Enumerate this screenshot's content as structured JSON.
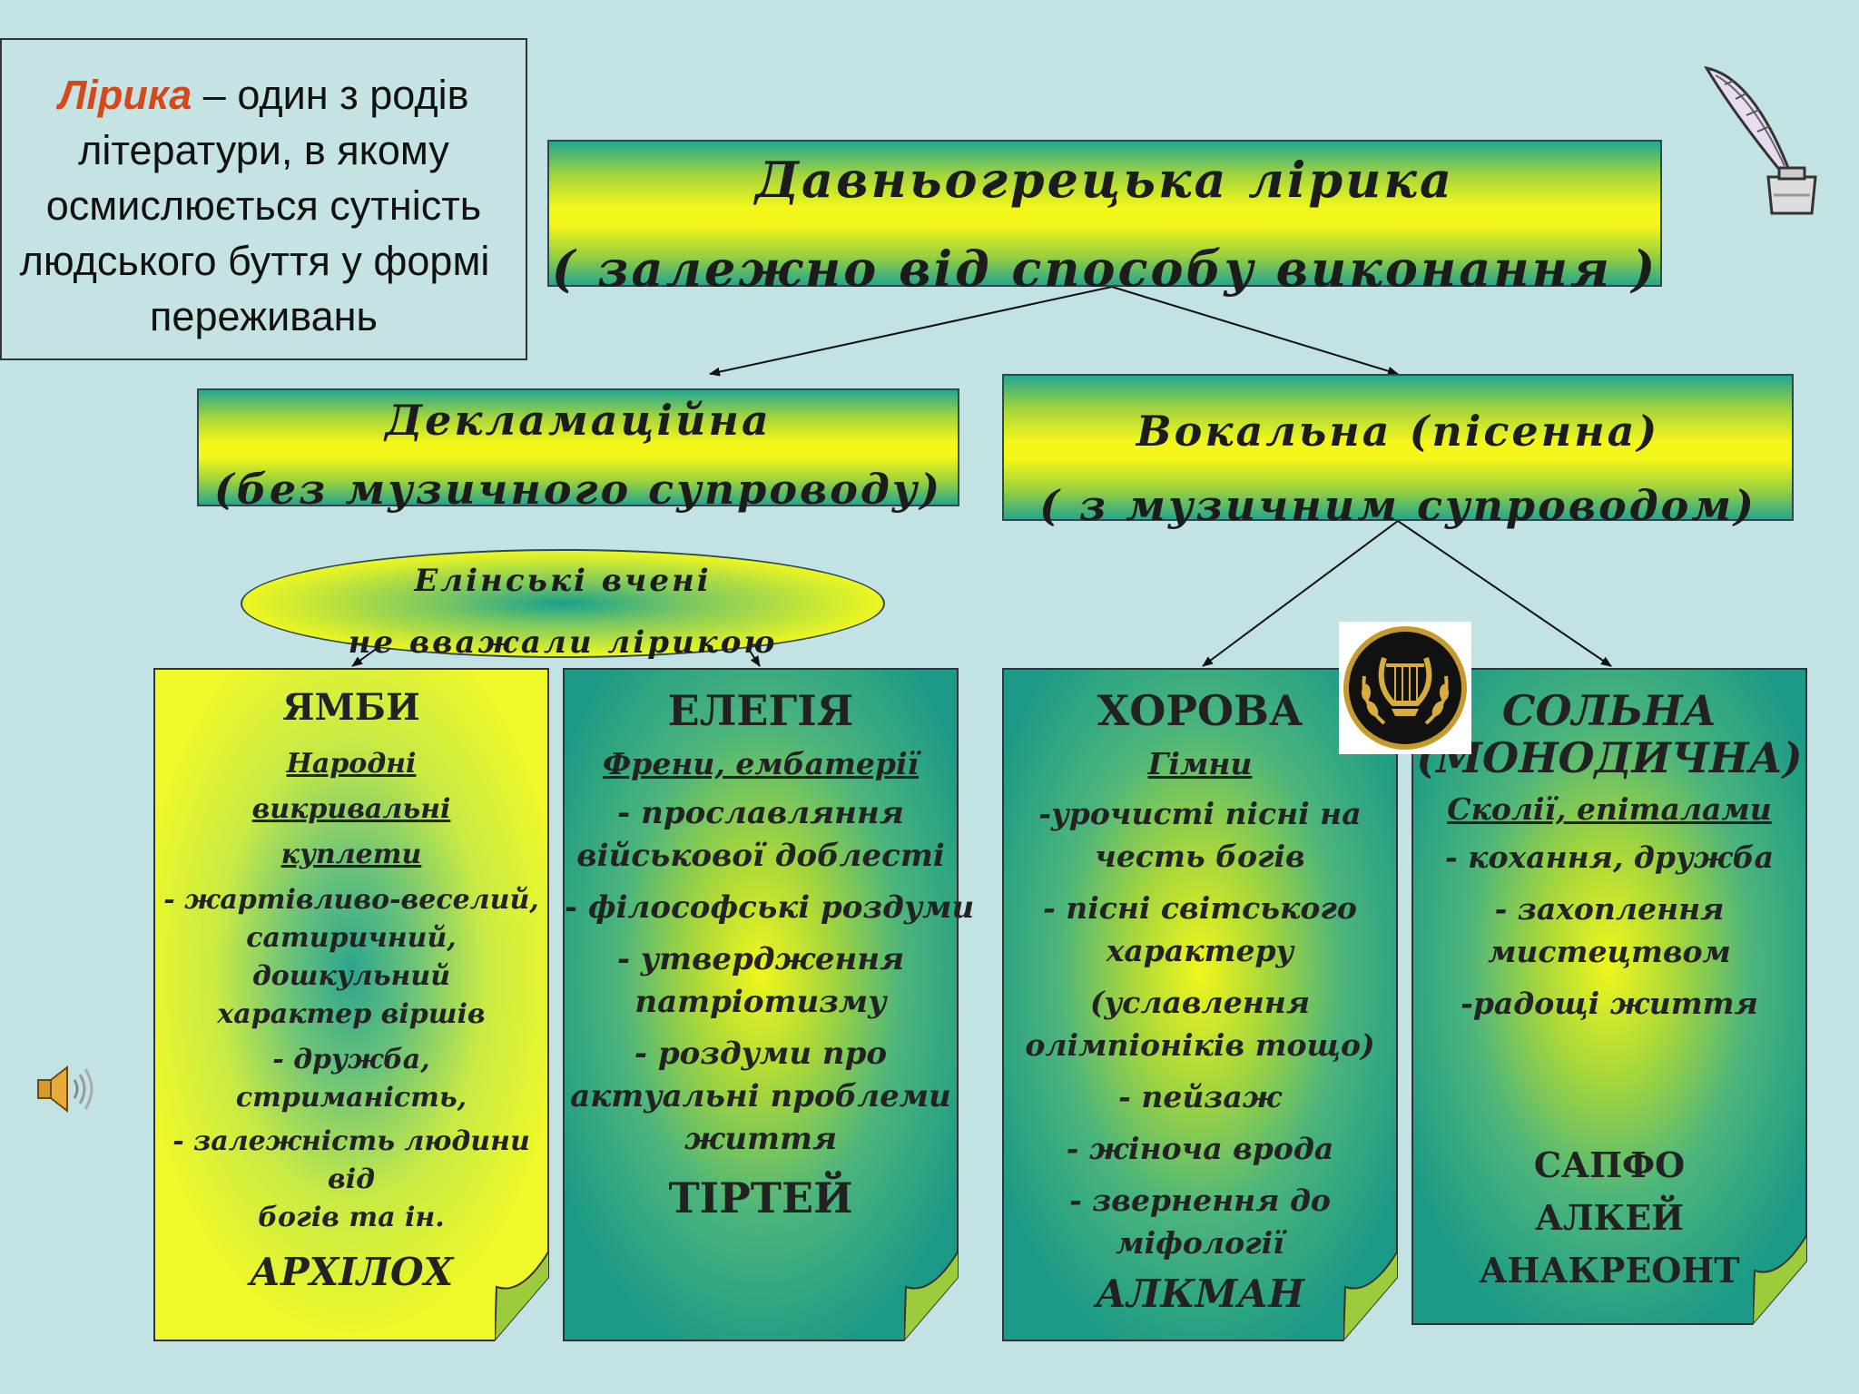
{
  "definition": {
    "term": "Лірика",
    "line1_rest": " – один з родів",
    "line2": "літератури, в якому",
    "line3": "осмислюється сутність",
    "line4": "людського буття у формі",
    "line5": "переживань"
  },
  "main_header": {
    "line1": "Давньогрецька лірика",
    "line2": "( залежно від способу виконання )"
  },
  "branches": {
    "declamatory": {
      "line1": "Декламаційна",
      "line2": "(без музичного супроводу)"
    },
    "vocal": {
      "line1": "Вокальна (пісенна)",
      "line2": "( з музичним супроводом)"
    }
  },
  "note_oval": {
    "line1": "Елінські вчені",
    "line2": "не вважали лірикою"
  },
  "cards": {
    "iambs": {
      "title": "ЯМБИ",
      "sub1": "Народні",
      "sub2": "викривальні",
      "sub3": "куплети",
      "d1": "- жартівливо-веселий,",
      "d2": "сатиричний, дошкульний",
      "d3": "характер віршів",
      "d4": "- дружба, стриманість,",
      "d5": "- залежність людини від",
      "d6": "богів та ін.",
      "author": "АРХІЛОХ"
    },
    "elegy": {
      "title": "ЕЛЕГІЯ",
      "sub": "Френи, ембатерії",
      "d1": "- прославляння",
      "d2": "військової доблесті",
      "d3": "- філософські роздуми",
      "d4": "- утвердження",
      "d5": "патріотизму",
      "d6": "- роздуми про",
      "d7": "актуальні проблеми",
      "d8": "життя",
      "author": "ТІРТЕЙ"
    },
    "choral": {
      "title": "ХОРОВА",
      "sub": "Гімни",
      "d1": "-урочисті пісні на",
      "d2": "честь богів",
      "d3": "- пісні світського",
      "d4": "характеру",
      "d5": "(уславлення",
      "d6": "олімпіоніків тощо)",
      "d7": "- пейзаж",
      "d8": "- жіноча врода",
      "d9": "- звернення до",
      "d10": "міфології",
      "author": "АЛКМАН"
    },
    "solo": {
      "title1": "СОЛЬНА",
      "title2": "(МОНОДИЧНА)",
      "sub": "Сколії, епіталами",
      "d1": "- кохання, дружба",
      "d2": "- захоплення",
      "d3": "мистецтвом",
      "d4": "-радощі життя",
      "a1": "САПФО",
      "a2": "АЛКЕЙ",
      "a3": "АНАКРЕОНТ"
    }
  },
  "icons": {
    "quill": "quill-inkwell-icon",
    "lyre": "lyre-laurel-icon",
    "speaker": "speaker-icon"
  },
  "colors": {
    "background": "#c3e2e3",
    "term_accent": "#d4481a",
    "yellow": "#f4f71a",
    "teal": "#1b9a87"
  }
}
